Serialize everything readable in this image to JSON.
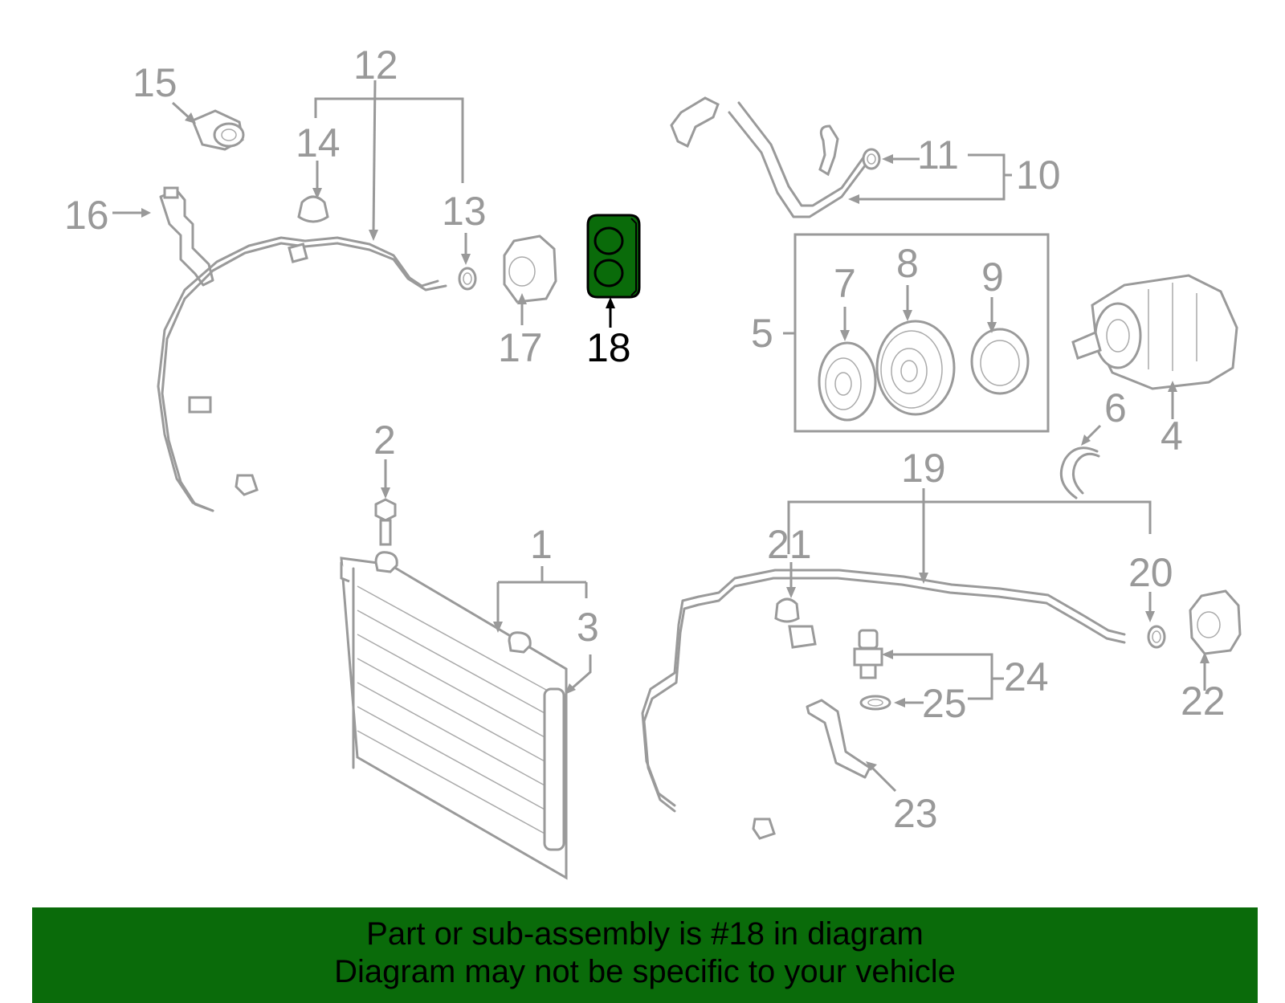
{
  "callouts": {
    "c1": "1",
    "c2": "2",
    "c3": "3",
    "c4": "4",
    "c5": "5",
    "c6": "6",
    "c7": "7",
    "c8": "8",
    "c9": "9",
    "c10": "10",
    "c11": "11",
    "c12": "12",
    "c13": "13",
    "c14": "14",
    "c15": "15",
    "c16": "16",
    "c17": "17",
    "c18": "18",
    "c19": "19",
    "c20": "20",
    "c21": "21",
    "c22": "22",
    "c23": "23",
    "c24": "24",
    "c25": "25"
  },
  "highlight": {
    "part": "18",
    "color": "#0a6b0a",
    "outline": "#000000"
  },
  "colors": {
    "line_art": "#9a9a9a",
    "banner": "#0a6b0a"
  },
  "banner": {
    "line1": "Part or sub-assembly is #18 in diagram",
    "line2": "Diagram may not be specific to your vehicle"
  }
}
